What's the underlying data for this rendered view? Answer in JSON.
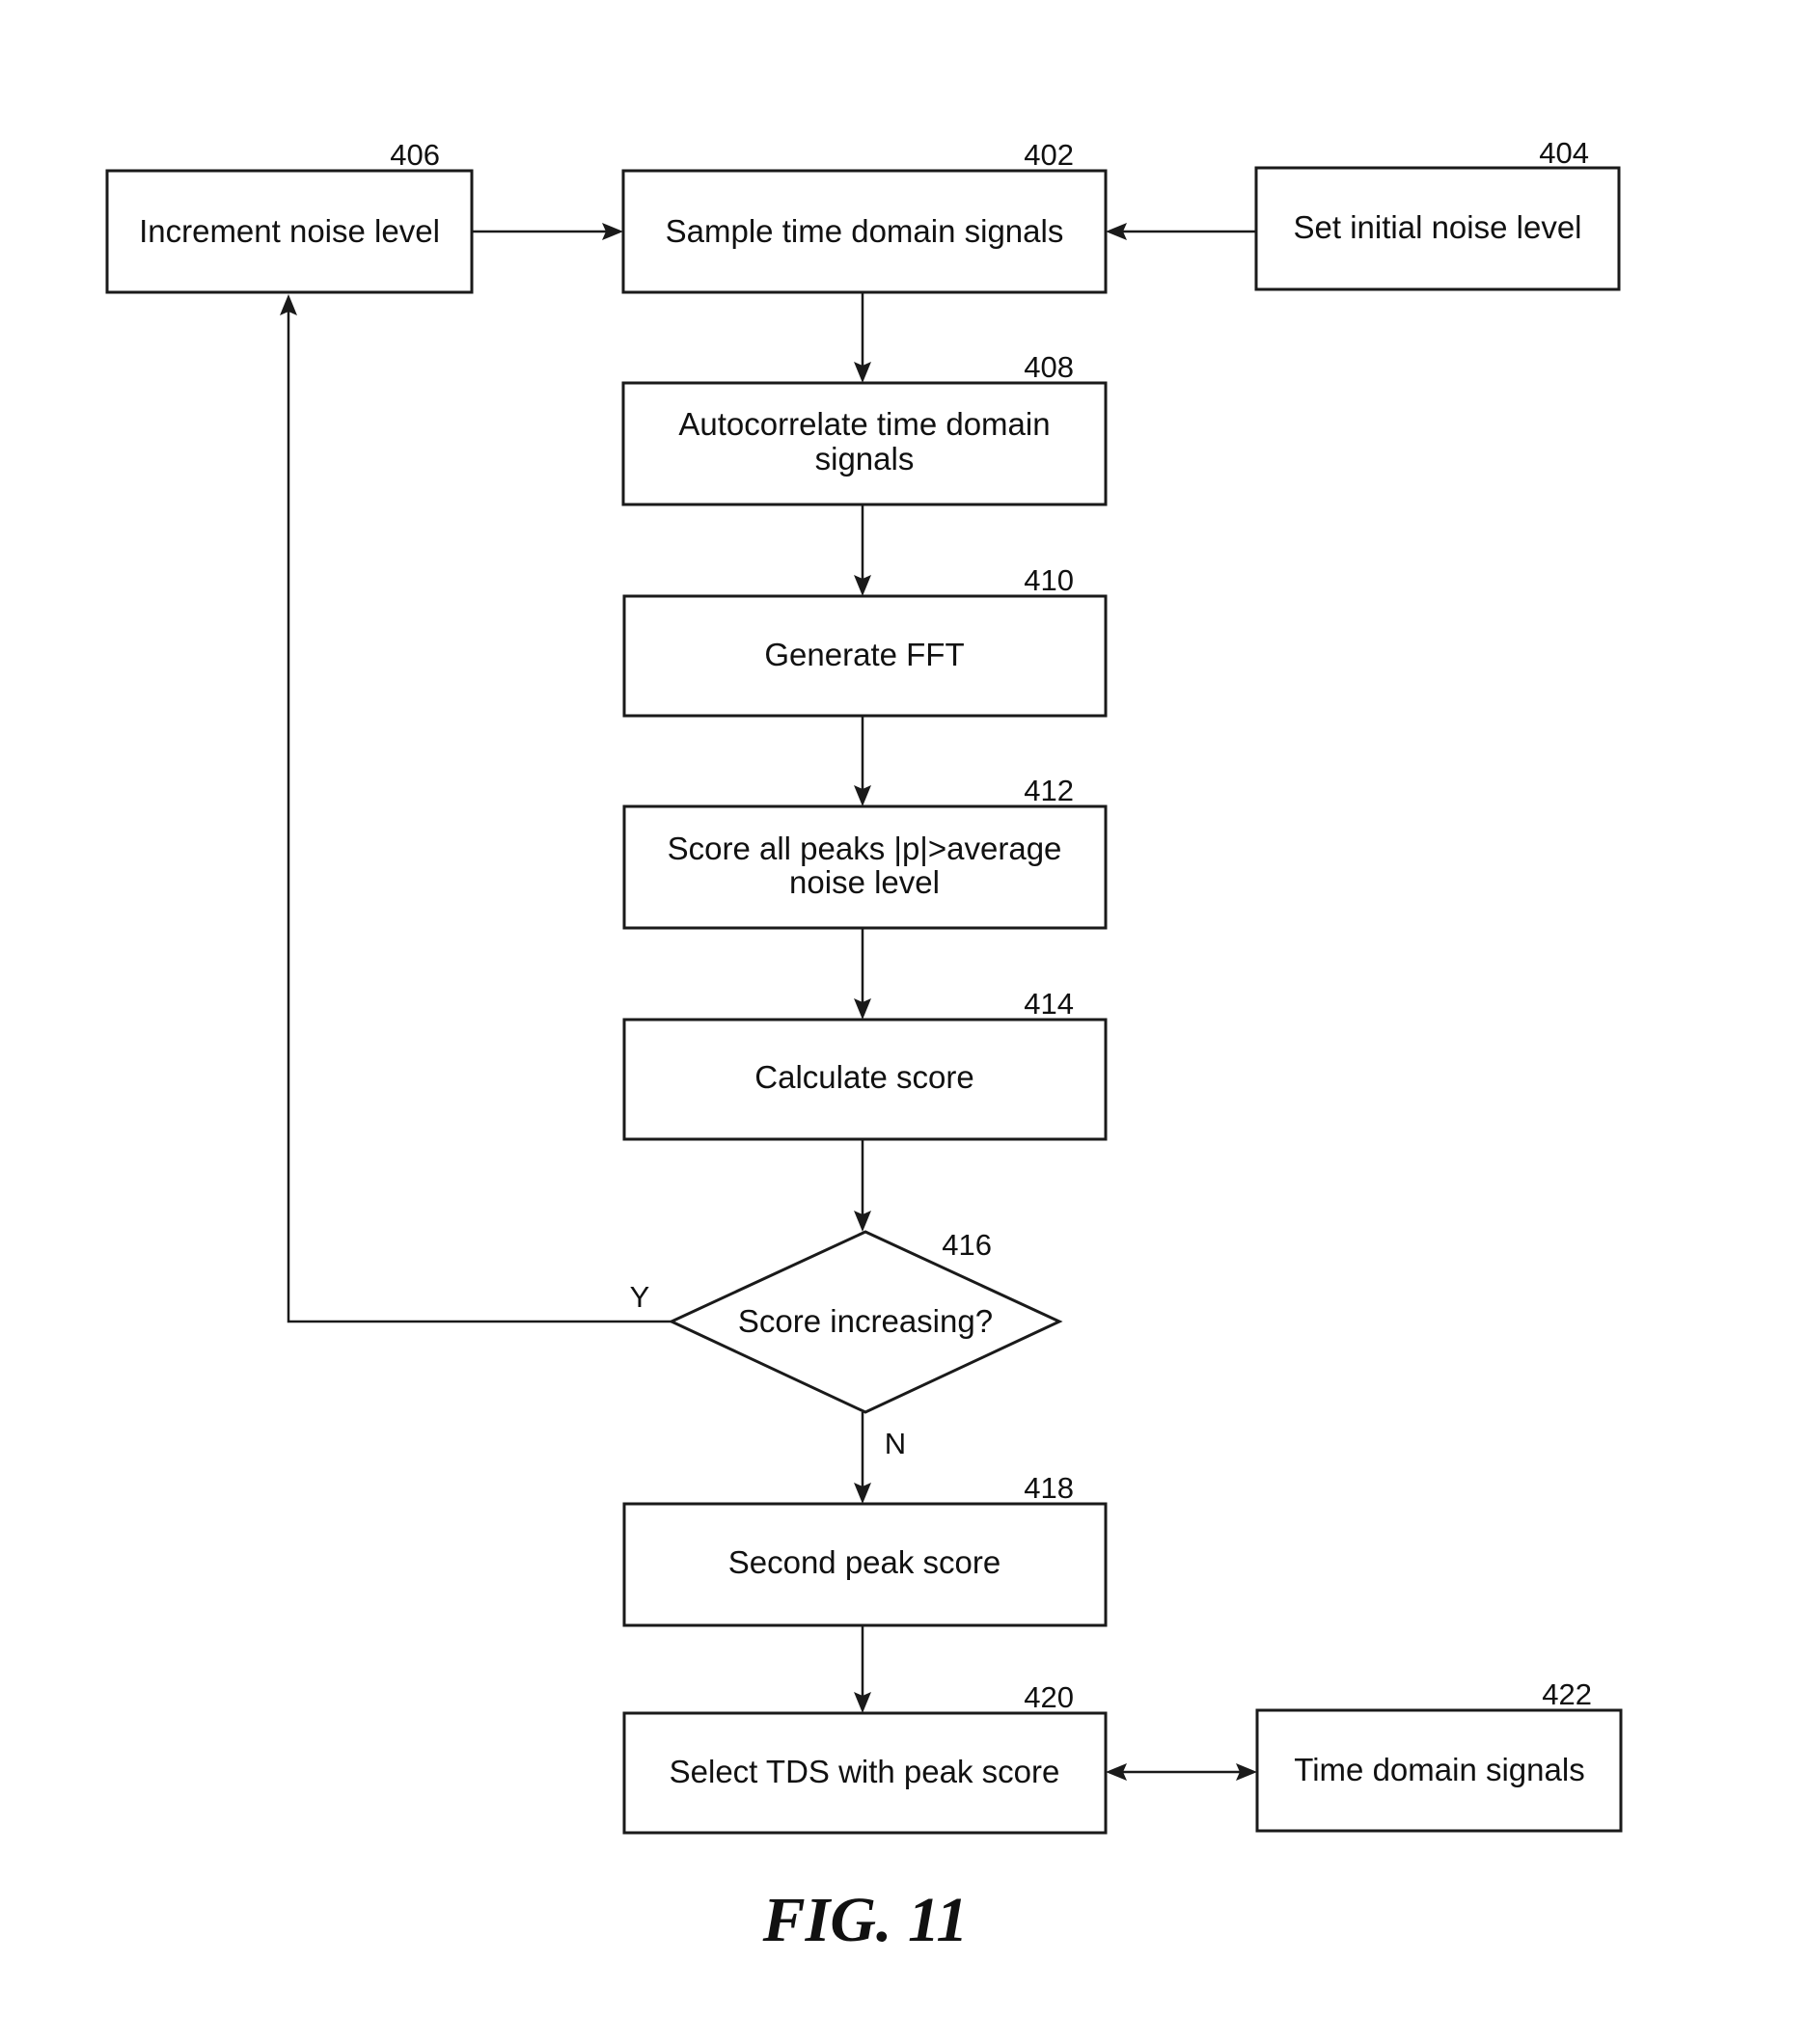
{
  "figure": {
    "caption": "FIG. 11",
    "nodes": {
      "n406": {
        "ref": "406",
        "lines": [
          "Increment noise level"
        ]
      },
      "n402": {
        "ref": "402",
        "lines": [
          "Sample time domain signals"
        ]
      },
      "n404": {
        "ref": "404",
        "lines": [
          "Set initial noise level"
        ]
      },
      "n408": {
        "ref": "408",
        "lines": [
          "Autocorrelate time domain",
          "signals"
        ]
      },
      "n410": {
        "ref": "410",
        "lines": [
          "Generate FFT"
        ]
      },
      "n412": {
        "ref": "412",
        "lines": [
          "Score all peaks |p|>average",
          "noise level"
        ]
      },
      "n414": {
        "ref": "414",
        "lines": [
          "Calculate score"
        ]
      },
      "n416": {
        "ref": "416",
        "lines": [
          "Score increasing?"
        ],
        "shape": "decision"
      },
      "n418": {
        "ref": "418",
        "lines": [
          "Second peak score"
        ]
      },
      "n420": {
        "ref": "420",
        "lines": [
          "Select TDS with peak score"
        ]
      },
      "n422": {
        "ref": "422",
        "lines": [
          "Time domain signals"
        ]
      }
    },
    "branches": {
      "yes": "Y",
      "no": "N"
    },
    "edges": [
      {
        "from": "404",
        "to": "402"
      },
      {
        "from": "406",
        "to": "402"
      },
      {
        "from": "402",
        "to": "408"
      },
      {
        "from": "408",
        "to": "410"
      },
      {
        "from": "410",
        "to": "412"
      },
      {
        "from": "412",
        "to": "414"
      },
      {
        "from": "414",
        "to": "416"
      },
      {
        "from": "416",
        "to": "406",
        "label": "Y"
      },
      {
        "from": "416",
        "to": "418",
        "label": "N"
      },
      {
        "from": "418",
        "to": "420"
      },
      {
        "from": "420",
        "to": "422",
        "bidirectional": true
      }
    ]
  }
}
